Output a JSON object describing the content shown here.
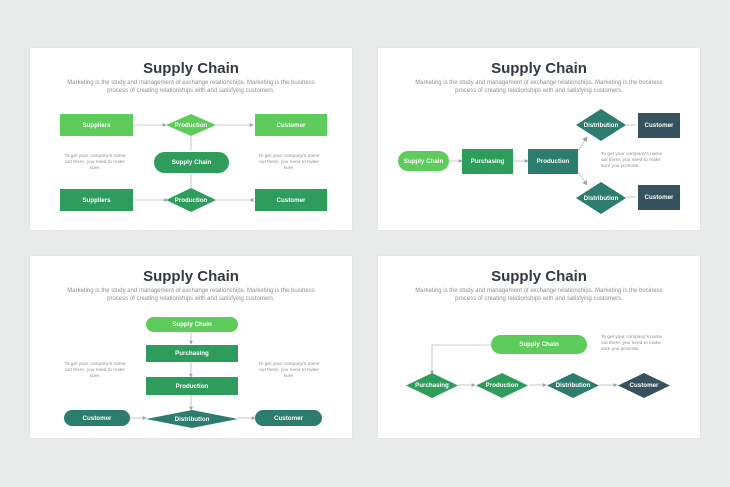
{
  "colors": {
    "bright_green": "#5dcc5b",
    "mid_green": "#2e9d5c",
    "teal": "#2d7d6e",
    "slate": "#36525f",
    "connector": "#9aa3a8"
  },
  "slide1": {
    "title": "Supply Chain",
    "subtitle": "Marketing is the study and management of exchange relationships. Marketing is the business process of creating relationships with and satisfying customers.",
    "suppliers_top": "Suppliers",
    "production_top": "Production",
    "customer_top": "Customer",
    "center": "Supply Chain",
    "suppliers_bottom": "Suppliers",
    "production_bottom": "Production",
    "customer_bottom": "Customer",
    "note_left": "To get your company's name out there, you need to make sure.",
    "note_right": "To get your company's name out there, you need to make sure."
  },
  "slide2": {
    "title": "Supply Chain",
    "subtitle": "Marketing is the study and management of exchange relationships. Marketing is the business process of creating relationships with and satisfying customers.",
    "supply_chain": "Supply Chain",
    "purchasing": "Purchasing",
    "production": "Production",
    "distribution_top": "Distribution",
    "customer_top": "Customer",
    "distribution_bottom": "Distribution",
    "customer_bottom": "Customer",
    "note": "To get your company's name out there, you need to make sure you promote."
  },
  "slide3": {
    "title": "Supply Chain",
    "subtitle": "Marketing is the study and management of exchange relationships. Marketing is the business process of creating relationships with and satisfying customers.",
    "supply_chain": "Supply Chain",
    "purchasing": "Purchasing",
    "production": "Production",
    "distribution": "Distribution",
    "customer_left": "Customer",
    "customer_right": "Customer",
    "note_left": "To get your company's name out there, you need to make sure.",
    "note_right": "To get your company's name out there, you need to make sure."
  },
  "slide4": {
    "title": "Supply Chain",
    "subtitle": "Marketing is the study and management of exchange relationships. Marketing is the business process of creating relationships with and satisfying customers.",
    "supply_chain": "Supply Chain",
    "purchasing": "Purchasing",
    "production": "Production",
    "distribution": "Distribution",
    "customer": "Customer",
    "note": "To get your company's name out there, you need to make sure you promote."
  }
}
